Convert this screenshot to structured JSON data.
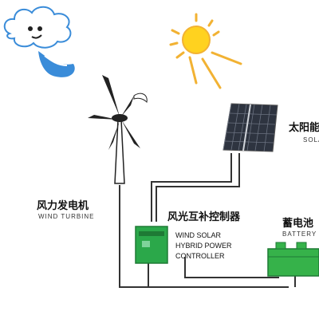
{
  "labels": {
    "solar_zh": "太阳能",
    "solar_en": "SOLAR",
    "wind_zh": "风力发电机",
    "wind_en": "WIND TURBINE",
    "controller_zh": "风光互补控制器",
    "controller_en_line1": "WIND SOLAR",
    "controller_en_line2": "HYBRID POWER",
    "controller_en_line3": "CONTROLLER",
    "battery_zh": "蓄电池",
    "battery_en": "BATTERY"
  },
  "colors": {
    "sun": "#FFD21F",
    "sun_rays": "#F2B233",
    "cloud_wind": "#3A8CD9",
    "solar_panel": "#2E3440",
    "controller": "#2BA84A",
    "battery": "#36B24A",
    "wire": "#333333"
  },
  "icons": {
    "cloud": "smiling-cloud-icon",
    "sun": "sun-icon",
    "turbine": "wind-turbine-icon",
    "panel": "solar-panel-icon",
    "controller": "controller-box-icon",
    "battery": "battery-icon"
  }
}
